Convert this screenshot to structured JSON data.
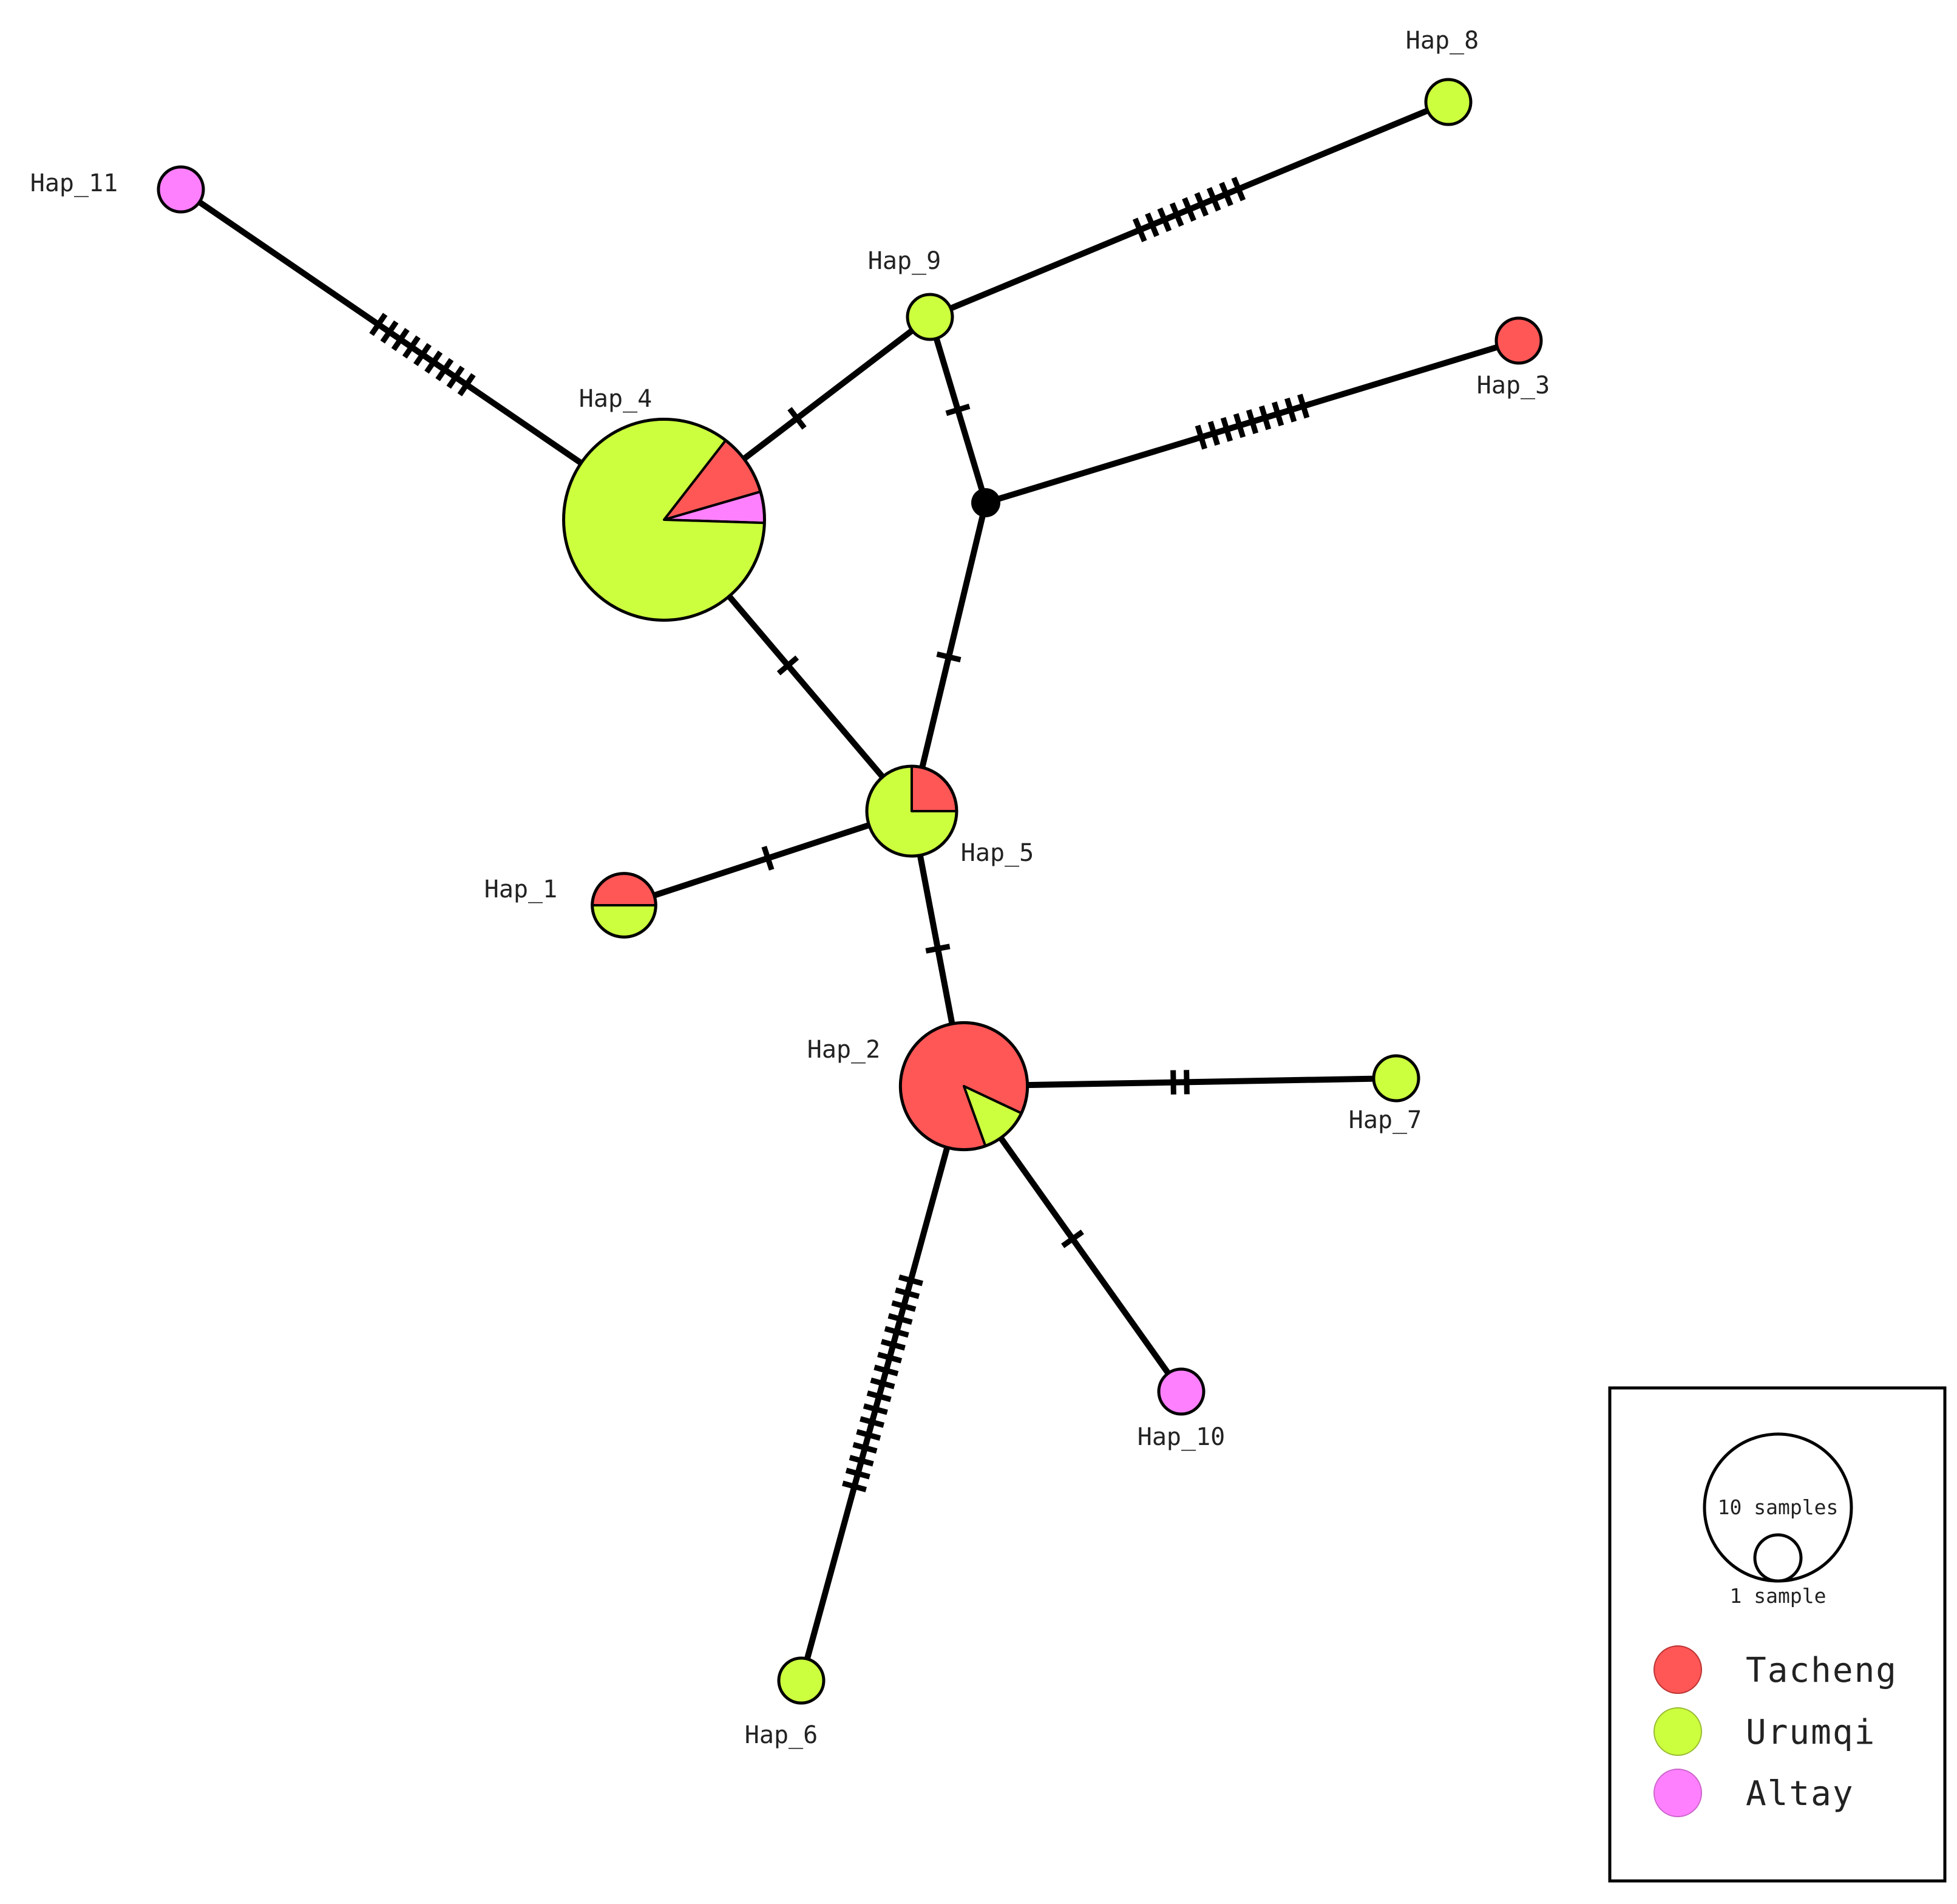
{
  "populations": [
    {
      "name": "Tacheng",
      "color": "#ff5656"
    },
    {
      "name": "Urumqi",
      "color": "#ccff3e"
    },
    {
      "name": "Altay",
      "color": "#ff80ff"
    }
  ],
  "haplotypes": [
    {
      "id": "Hap_1",
      "label": "Hap_1",
      "counts": [
        1,
        1,
        0
      ]
    },
    {
      "id": "Hap_2",
      "label": "Hap_2",
      "counts": [
        7,
        1,
        0
      ]
    },
    {
      "id": "Hap_3",
      "label": "Hap_3",
      "counts": [
        1,
        0,
        0
      ]
    },
    {
      "id": "Hap_4",
      "label": "Hap_4",
      "counts": [
        2,
        17,
        1
      ]
    },
    {
      "id": "Hap_5",
      "label": "Hap_5",
      "counts": [
        1,
        3,
        0
      ]
    },
    {
      "id": "Hap_6",
      "label": "Hap_6",
      "counts": [
        0,
        1,
        0
      ]
    },
    {
      "id": "Hap_7",
      "label": "Hap_7",
      "counts": [
        0,
        1,
        0
      ]
    },
    {
      "id": "Hap_8",
      "label": "Hap_8",
      "counts": [
        0,
        1,
        0
      ]
    },
    {
      "id": "Hap_9",
      "label": "Hap_9",
      "counts": [
        0,
        1,
        0
      ]
    },
    {
      "id": "Hap_10",
      "label": "Hap_10",
      "counts": [
        0,
        0,
        1
      ]
    },
    {
      "id": "Hap_11",
      "label": "Hap_11",
      "counts": [
        0,
        0,
        1
      ]
    },
    {
      "id": "median",
      "label": "",
      "counts": [],
      "median_vector": true
    }
  ],
  "links": [
    {
      "from": "Hap_11",
      "to": "Hap_4",
      "mutations": 9
    },
    {
      "from": "Hap_4",
      "to": "Hap_9",
      "mutations": 1
    },
    {
      "from": "Hap_9",
      "to": "Hap_8",
      "mutations": 9
    },
    {
      "from": "Hap_9",
      "to": "median",
      "mutations": 1
    },
    {
      "from": "median",
      "to": "Hap_3",
      "mutations": 9
    },
    {
      "from": "median",
      "to": "Hap_5",
      "mutations": 1
    },
    {
      "from": "Hap_4",
      "to": "Hap_5",
      "mutations": 1
    },
    {
      "from": "Hap_1",
      "to": "Hap_5",
      "mutations": 1
    },
    {
      "from": "Hap_5",
      "to": "Hap_2",
      "mutations": 1
    },
    {
      "from": "Hap_2",
      "to": "Hap_7",
      "mutations": 2
    },
    {
      "from": "Hap_2",
      "to": "Hap_10",
      "mutations": 1
    },
    {
      "from": "Hap_2",
      "to": "Hap_6",
      "mutations": 17
    }
  ],
  "legend": {
    "large_size_label": "10 samples",
    "small_size_label": "1 sample",
    "entries": [
      {
        "label": "Tacheng",
        "color": "#ff5656"
      },
      {
        "label": "Urumqi",
        "color": "#ccff3e"
      },
      {
        "label": "Altay",
        "color": "#ff80ff"
      }
    ]
  }
}
